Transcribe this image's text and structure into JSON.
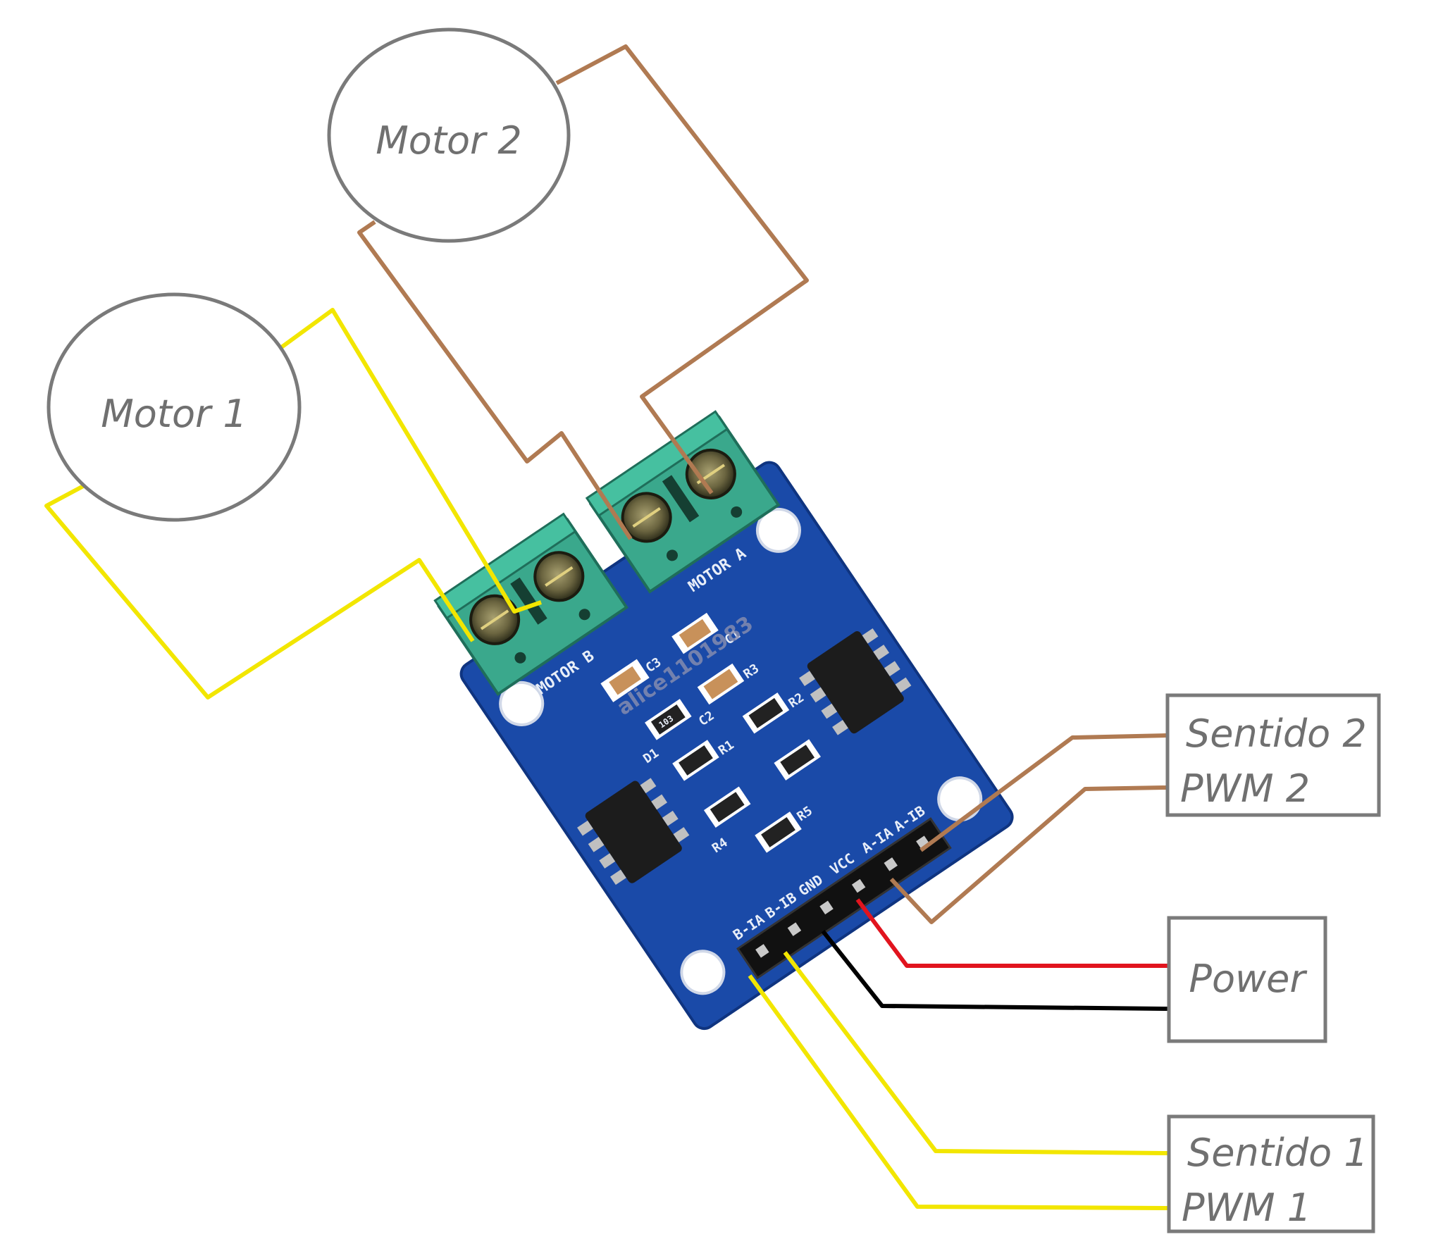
{
  "labels": {
    "motor1": "Motor 1",
    "motor2": "Motor 2",
    "sentido2": "Sentido 2",
    "pwm2": "PWM 2",
    "power": "Power",
    "sentido1": "Sentido 1",
    "pwm1": "PWM 1"
  },
  "board": {
    "motor_b": "MOTOR B",
    "motor_a": "MOTOR A",
    "pins": [
      "B-IA",
      "B-IB",
      "GND",
      "VCC",
      "A-IA",
      "A-IB"
    ],
    "components": [
      "R1",
      "R2",
      "R3",
      "R4",
      "R5",
      "C1",
      "C2",
      "C3",
      "D1"
    ],
    "resistor_code": "103",
    "watermark": "alice1101983"
  },
  "colors": {
    "motor1_wire": "#f2e600",
    "motor2_wire": "#b07a52",
    "signal1_wire": "#f2e600",
    "signal2_wire": "#b07a52",
    "power_positive": "#e1141e",
    "power_ground": "#000000",
    "label_border": "#7a7a7a",
    "label_text": "#707070",
    "pcb": "#1a4aa8",
    "terminal_block": "#3aa88c"
  }
}
